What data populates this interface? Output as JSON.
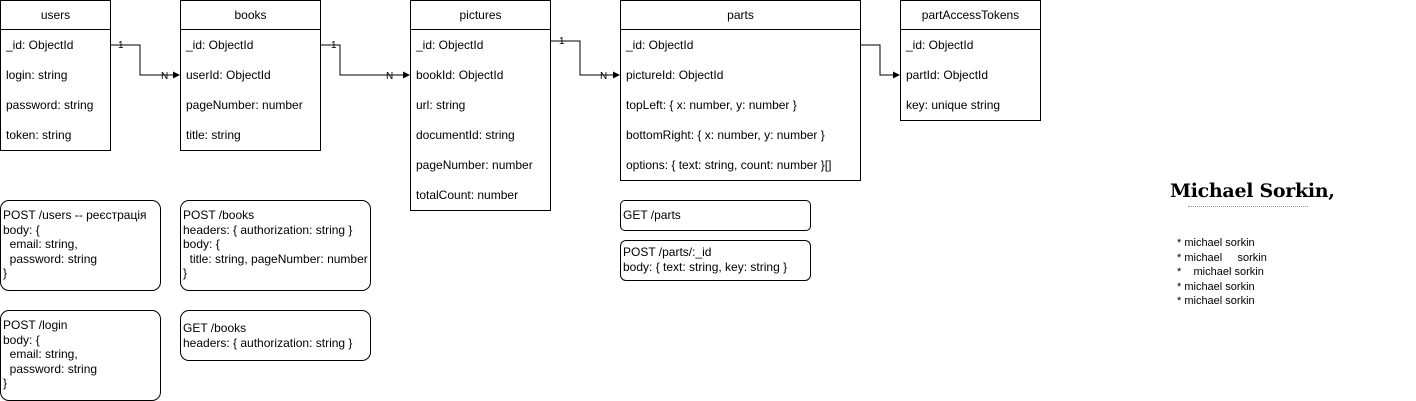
{
  "entities": {
    "users": {
      "title": "users",
      "fields": [
        "_id: ObjectId",
        "login: string",
        "password: string",
        "token: string"
      ]
    },
    "books": {
      "title": "books",
      "fields": [
        "_id: ObjectId",
        "userId: ObjectId",
        "pageNumber: number",
        "title: string"
      ]
    },
    "pictures": {
      "title": "pictures",
      "fields": [
        "_id: ObjectId",
        "bookId: ObjectId",
        "url: string",
        "documentId: string",
        "pageNumber: number",
        "totalCount: number"
      ]
    },
    "parts": {
      "title": "parts",
      "fields": [
        "_id: ObjectId",
        "pictureId: ObjectId",
        "topLeft: { x: number, y: number }",
        "bottomRight: { x: number, y: number }",
        "options: { text: string, count: number }[]"
      ]
    },
    "partAccessTokens": {
      "title": "partAccessTokens",
      "fields": [
        "_id: ObjectId",
        "partId: ObjectId",
        "key: unique string"
      ]
    }
  },
  "relations": [
    {
      "from": "users",
      "to": "books",
      "from_card": "1",
      "to_card": "N"
    },
    {
      "from": "books",
      "to": "pictures",
      "from_card": "1",
      "to_card": "N"
    },
    {
      "from": "pictures",
      "to": "parts",
      "from_card": "1",
      "to_card": "N"
    },
    {
      "from": "parts",
      "to": "partAccessTokens",
      "from_card": "",
      "to_card": ""
    }
  ],
  "notes": {
    "post_users": "POST /users -- реєстрація\nbody: {\n  email: string,\n  password: string\n}",
    "post_login": "POST /login\nbody: {\n  email: string,\n  password: string\n}",
    "post_books": "POST /books\nheaders: { authorization: string }\nbody: {\n  title: string, pageNumber: number\n}",
    "get_books": "GET /books\nheaders: { authorization: string }",
    "get_parts": "GET /parts",
    "post_parts_id": "POST /parts/:_id\nbody: { text: string, key: string }"
  },
  "signature": {
    "heading": "Michael Sorkin,",
    "lines": [
      "* michael sorkin",
      "* michael     sorkin",
      "*    michael sorkin",
      "* michael sorkin",
      "* michael sorkin"
    ]
  }
}
